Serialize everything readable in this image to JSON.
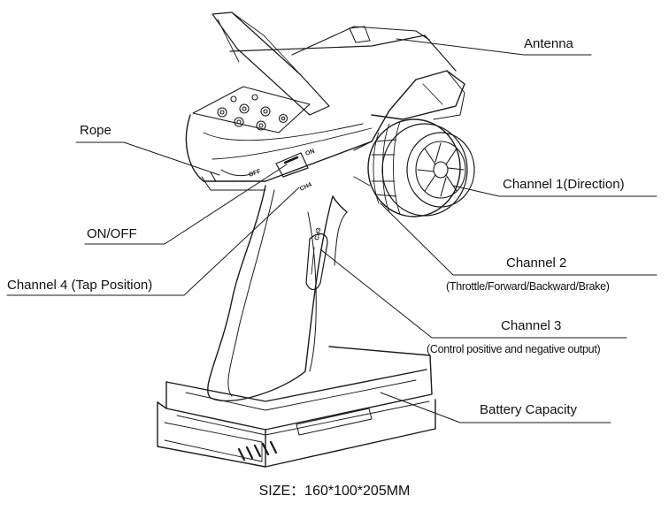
{
  "labels": {
    "antenna": "Antenna",
    "rope": "Rope",
    "on_off": "ON/OFF",
    "channel4": "Channel 4 (Tap Position)",
    "channel1": "Channel 1(Direction)",
    "channel2": "Channel 2",
    "channel2_sub": "(Throttle/Forward/Backward/Brake)",
    "channel3": "Channel 3",
    "channel3_sub": "(Control positive and negative output)",
    "battery": "Battery Capacity"
  },
  "switch_marks": {
    "off": "OFF",
    "on": "ON",
    "ch4": "CH4",
    "ch3": "CH3"
  },
  "size": "SIZE：160*100*205MM"
}
